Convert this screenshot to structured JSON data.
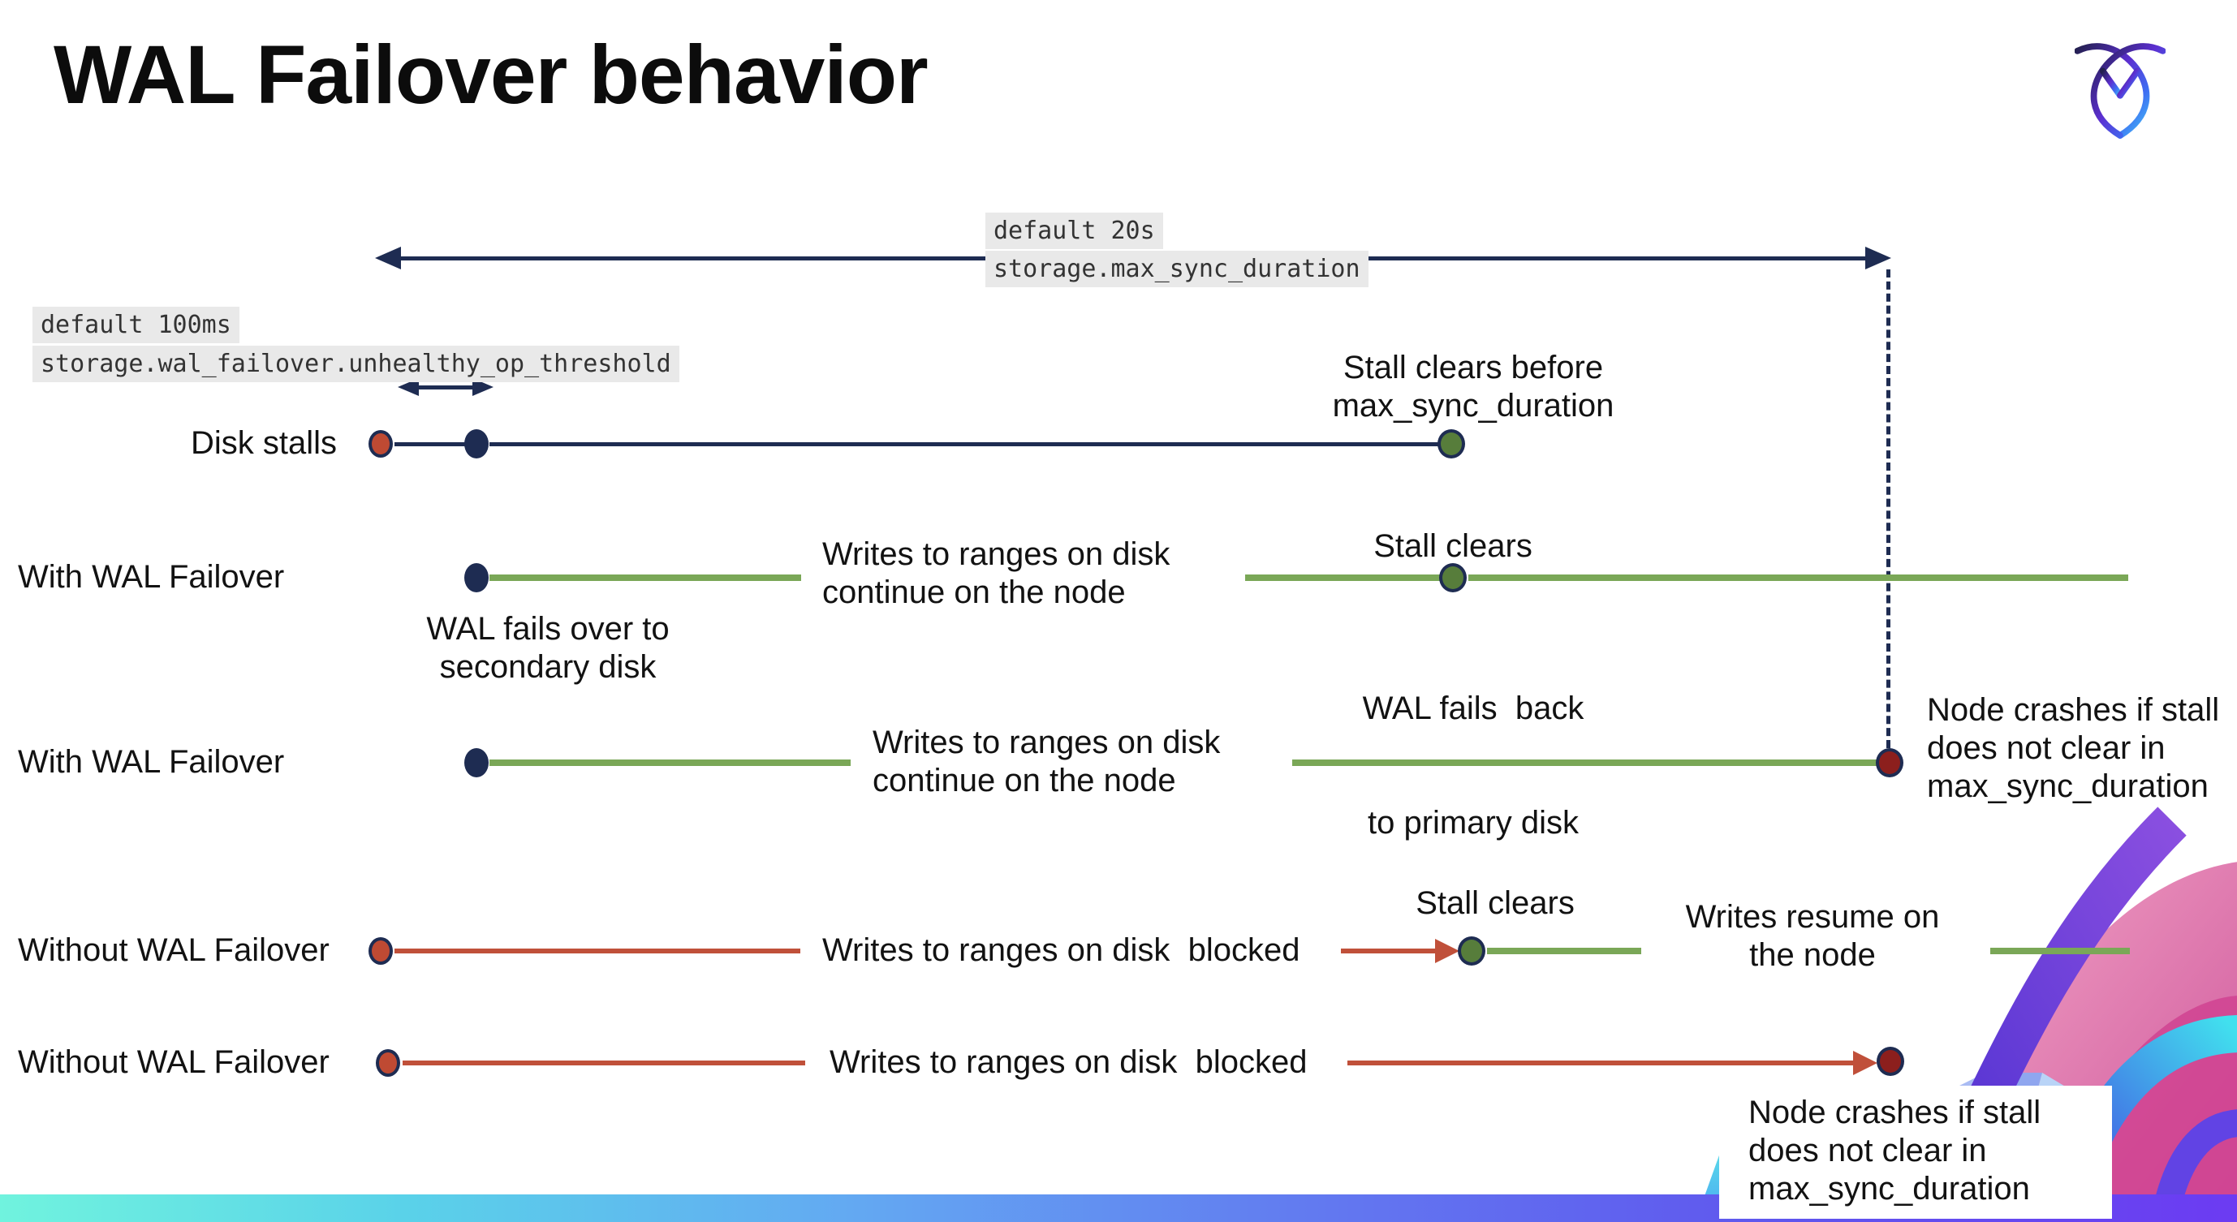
{
  "title": "WAL Failover behavior",
  "logo": "cockroachdb-logo",
  "settings": {
    "max_sync_duration": {
      "default_label": "default 20s",
      "setting_name": "storage.max_sync_duration"
    },
    "unhealthy_op_threshold": {
      "default_label": "default 100ms",
      "setting_name": "storage.wal_failover.unhealthy_op_threshold"
    }
  },
  "rows": [
    {
      "label": "Disk stalls"
    },
    {
      "label": "With WAL Failover"
    },
    {
      "label": "With WAL Failover"
    },
    {
      "label": "Without WAL Failover"
    },
    {
      "label": "Without WAL Failover"
    }
  ],
  "notes": {
    "stall_clears_before": [
      "Stall clears before",
      "max_sync_duration"
    ],
    "stall_clears": "Stall clears",
    "writes_continue": [
      "Writes to ranges on disk",
      "continue on the node"
    ],
    "wal_fails_over": [
      "WAL fails over to",
      "secondary disk"
    ],
    "wal_fails_back": [
      "WAL fails  back",
      "to primary disk"
    ],
    "node_crashes": [
      "Node crashes if stall",
      "does not clear in",
      "max_sync_duration"
    ],
    "writes_blocked": "Writes to ranges on disk  blocked",
    "writes_resume": [
      "Writes resume on",
      "the node"
    ]
  },
  "colors": {
    "navy": "#1e2c52",
    "green_line": "#7aa757",
    "green_dot": "#577d3b",
    "red_line": "#c0503a",
    "red_dot": "#bf4a33",
    "maroon_dot": "#8c1f1d",
    "code_background": "#e9e9e9",
    "bar_gradient": [
      "#70f3de",
      "#63a9f2",
      "#5f55ee",
      "#6c3bf2"
    ]
  }
}
